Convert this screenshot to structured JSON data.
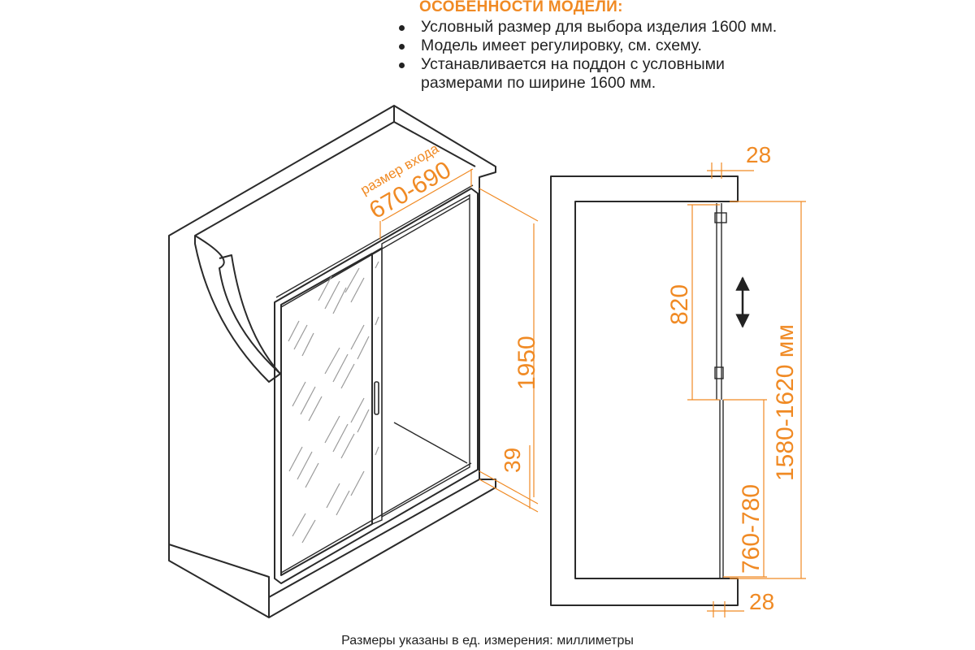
{
  "features": {
    "title": "ОСОБЕННОСТИ МОДЕЛИ:",
    "items": [
      "Условный размер для выбора изделия 1600 мм.",
      "Модель имеет регулировку, см. схему.",
      "Устанавливается на поддон с условными",
      "размерами по ширине 1600 мм."
    ]
  },
  "dimensions": {
    "entrance_label": "размер входа",
    "entrance_value": "670-690",
    "height": "1950",
    "tray_gap": "39",
    "profile_top": "28",
    "profile_bottom": "28",
    "adjust_top": "820",
    "adjust_bottom": "760-780",
    "total_width": "1580-1620 мм"
  },
  "footer": {
    "note": "Размеры указаны в ед. измерения: миллиметры"
  },
  "colors": {
    "accent": "#f08a24",
    "outline": "#2a2a2a",
    "text": "#222222"
  }
}
